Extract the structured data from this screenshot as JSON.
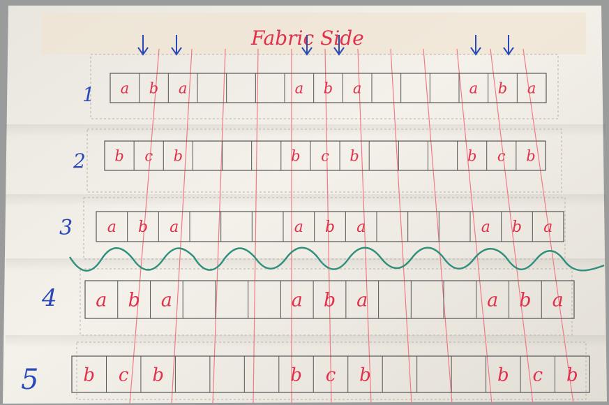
{
  "title": "Fabric Side",
  "rows": [
    {
      "number": "1",
      "cells": [
        "a",
        "b",
        "a",
        "",
        "",
        "",
        "a",
        "b",
        "a",
        "",
        "",
        "",
        "a",
        "b",
        "a"
      ]
    },
    {
      "number": "2",
      "cells": [
        "b",
        "c",
        "b",
        "",
        "",
        "",
        "b",
        "c",
        "b",
        "",
        "",
        "",
        "b",
        "c",
        "b"
      ]
    },
    {
      "number": "3",
      "cells": [
        "a",
        "b",
        "a",
        "",
        "",
        "",
        "a",
        "b",
        "a",
        "",
        "",
        "",
        "a",
        "b",
        "a"
      ]
    },
    {
      "number": "4",
      "cells": [
        "a",
        "b",
        "a",
        "",
        "",
        "",
        "a",
        "b",
        "a",
        "",
        "",
        "",
        "a",
        "b",
        "a"
      ]
    },
    {
      "number": "5",
      "cells": [
        "b",
        "c",
        "b",
        "",
        "",
        "",
        "b",
        "c",
        "b",
        "",
        "",
        "",
        "b",
        "c",
        "b"
      ]
    }
  ],
  "colors": {
    "ink_red": "#e0304a",
    "ink_blue": "#2a49b8",
    "rule_red": "#f07a86",
    "wave_green": "#2f8f7a",
    "paper": "#f1ede4",
    "grid": "#555555"
  },
  "icons": [
    "down-arrow-icon"
  ]
}
